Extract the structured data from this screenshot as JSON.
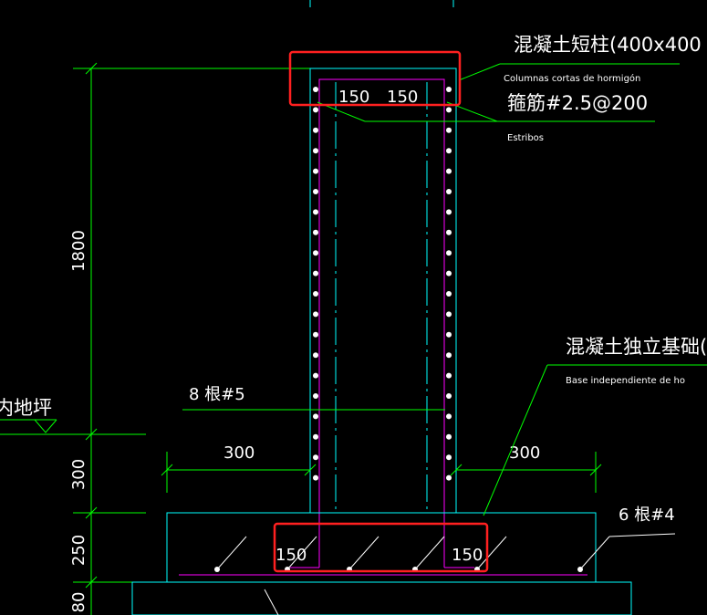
{
  "colors": {
    "background": "#000000",
    "dimension": "#00ff00",
    "outline": "#00ffff",
    "rebar": "#ff00ff",
    "text": "#ffffff",
    "highlight": "#ff2020"
  },
  "labels": {
    "column_cn": "混凝土短柱(400x400",
    "column_es": "Columnas cortas de hormigón",
    "stirrup_cn": "箍筋#2.5@200",
    "stirrup_es": "Estribos",
    "footing_cn": "混凝土独立基础(",
    "footing_es": "Base independiente de ho",
    "column_bars": "8 根#5",
    "footing_bars": "6 根#4",
    "floor": "内地坪"
  },
  "dimensions": {
    "column_height": "1800",
    "pedestal_height": "300",
    "footing_height": "250",
    "base_height": "80",
    "left_projection": "300",
    "right_projection": "300",
    "top_left_gap": "150",
    "top_right_gap": "150",
    "bottom_left_gap": "150",
    "bottom_right_gap": "150"
  }
}
